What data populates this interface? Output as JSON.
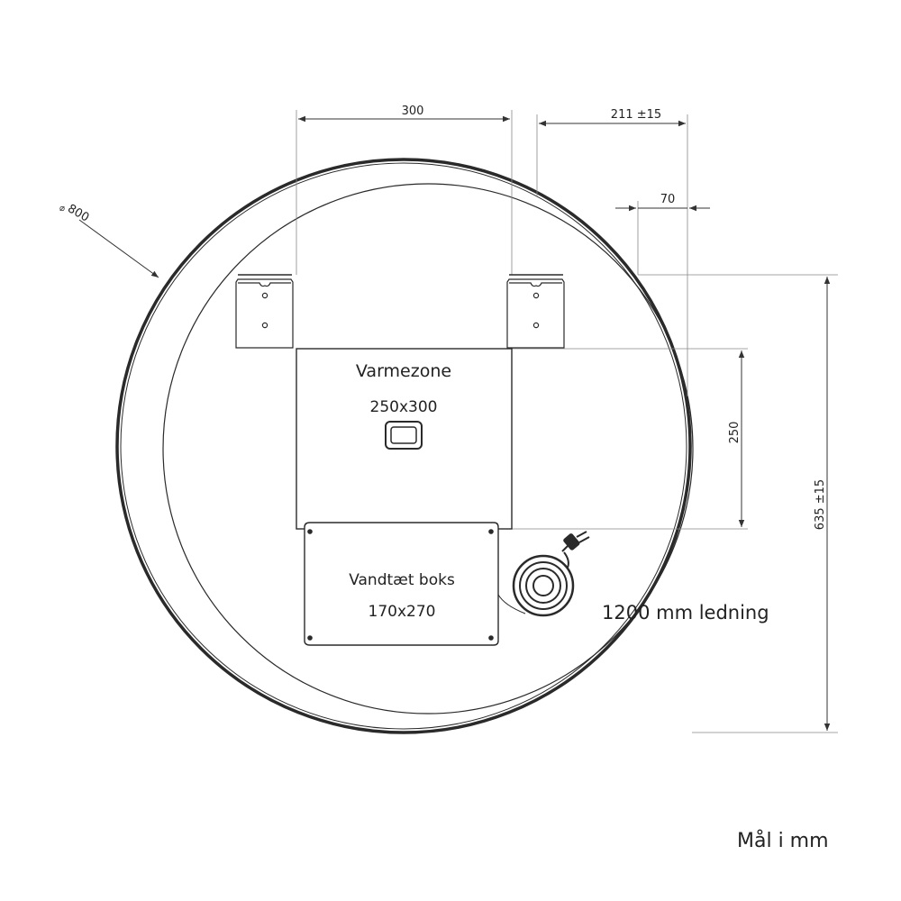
{
  "dimensions": {
    "diameter": "800",
    "bracket_spacing": "300",
    "offset": "211 ±15",
    "bracket_offset": "70",
    "heating_height": "250",
    "height": "635 ±15"
  },
  "heating_zone": {
    "title": "Varmezone",
    "size": "250x300"
  },
  "waterproof_box": {
    "title": "Vandtæt boks",
    "size": "170x270"
  },
  "cable": {
    "label": "1200 mm ledning"
  },
  "units_note": "Mål i mm",
  "colors": {
    "line": "#2a2a2a",
    "dim_line": "#555555"
  }
}
